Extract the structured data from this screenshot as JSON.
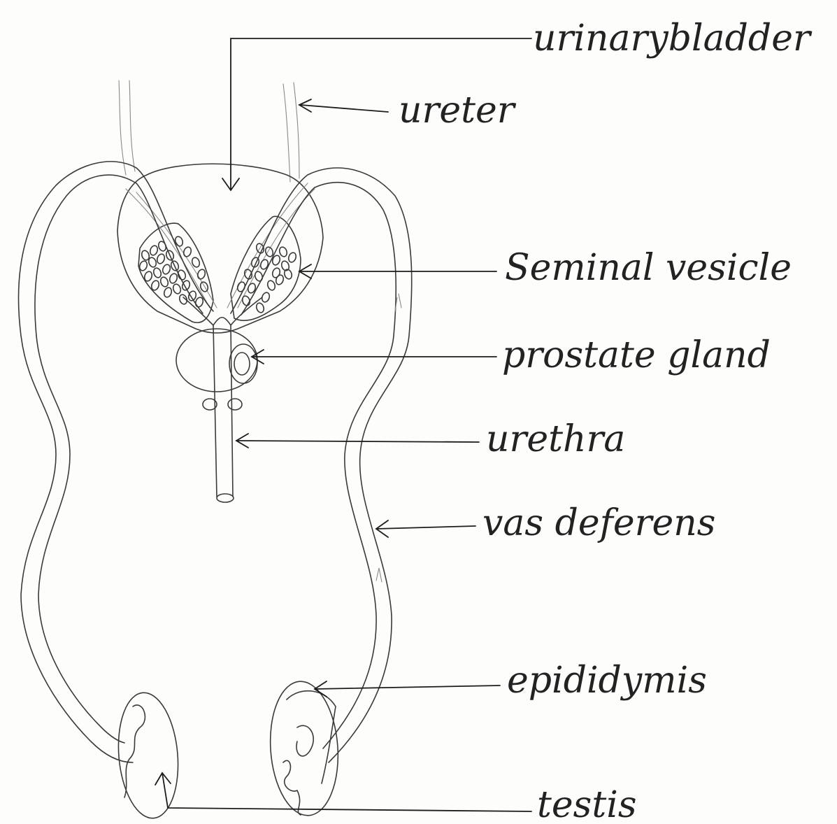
{
  "labels": {
    "urinary_bladder": "urinarybladder",
    "ureter": "ureter",
    "seminal_vesicle": "Seminal vesicle",
    "prostate_gland": "prostate gland",
    "urethra": "urethra",
    "vas_deferens": "vas deferens",
    "epididymis": "epididymis",
    "testis": "testis"
  }
}
